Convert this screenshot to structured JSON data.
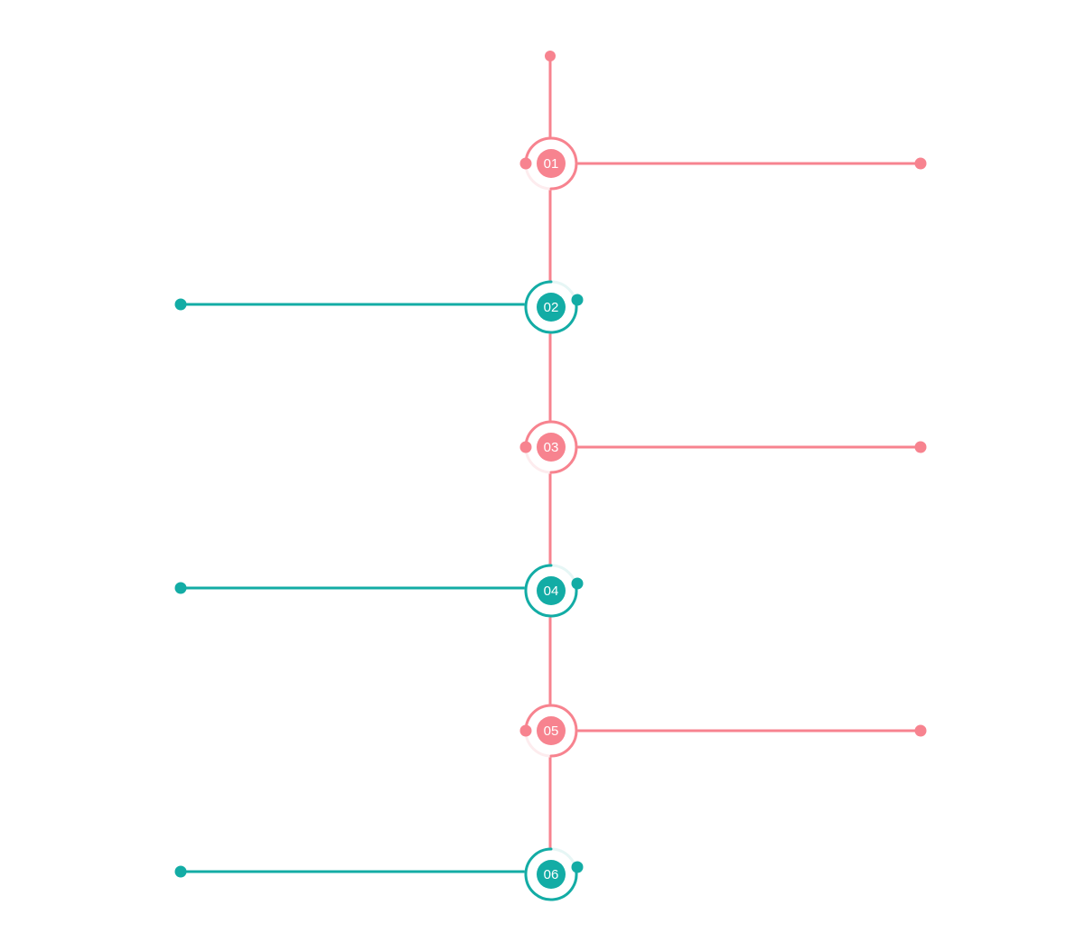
{
  "colors": {
    "pink": "#f7838f",
    "teal": "#13aca5",
    "pink_ring_light": "#fdecee",
    "teal_ring_light": "#e6f6f5",
    "label_text": "#ffffff"
  },
  "steps": [
    {
      "label": "01",
      "side": "right",
      "color": "pink"
    },
    {
      "label": "02",
      "side": "left",
      "color": "teal"
    },
    {
      "label": "03",
      "side": "right",
      "color": "pink"
    },
    {
      "label": "04",
      "side": "left",
      "color": "teal"
    },
    {
      "label": "05",
      "side": "right",
      "color": "pink"
    },
    {
      "label": "06",
      "side": "left",
      "color": "teal"
    }
  ]
}
